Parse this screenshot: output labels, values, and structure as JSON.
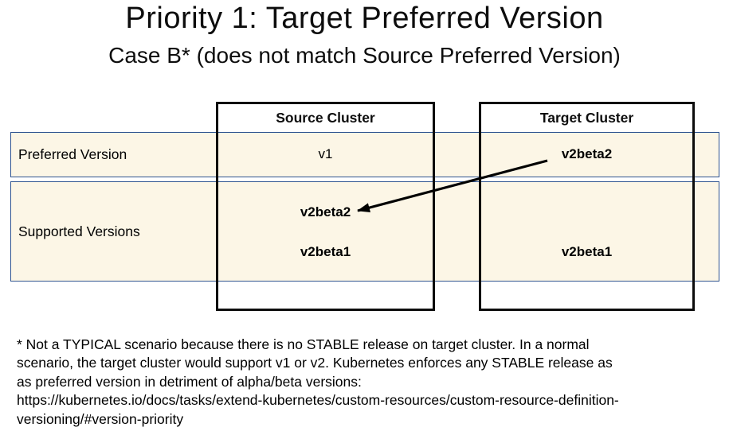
{
  "slide": {
    "title": "Priority 1: Target Preferred Version",
    "subtitle": "Case B* (does not match Source Preferred Version)"
  },
  "diagram": {
    "columns": [
      {
        "label": "Source Cluster"
      },
      {
        "label": "Target Cluster"
      }
    ],
    "rows": [
      {
        "label": "Preferred Version",
        "source_values": [
          "v1"
        ],
        "target_values": [
          "v2beta2"
        ]
      },
      {
        "label": "Supported Versions",
        "source_values": [
          "v2beta2",
          "v2beta1"
        ],
        "target_values": [
          "v2beta1"
        ]
      }
    ],
    "arrow": {
      "from": "Target Cluster preferred version v2beta2",
      "to": "Source Cluster supported version v2beta2"
    }
  },
  "footnote": {
    "lines": [
      "* Not a TYPICAL scenario because there is no STABLE release on target cluster. In a normal",
      "scenario, the target cluster would support v1 or v2. Kubernetes enforces any STABLE release as",
      "as preferred version in detriment of alpha/beta versions:",
      "https://kubernetes.io/docs/tasks/extend-kubernetes/custom-resources/custom-resource-definition-",
      "versioning/#version-priority"
    ],
    "link_url": "https://kubernetes.io/docs/tasks/extend-kubernetes/custom-resources/custom-resource-definition-versioning/#version-priority"
  },
  "colors": {
    "band_fill": "#FCF6E6",
    "band_border": "#2F5491",
    "box_border": "#0C0C0C",
    "arrow": "#000000",
    "text": "#000000",
    "background": "#FFFFFF"
  }
}
